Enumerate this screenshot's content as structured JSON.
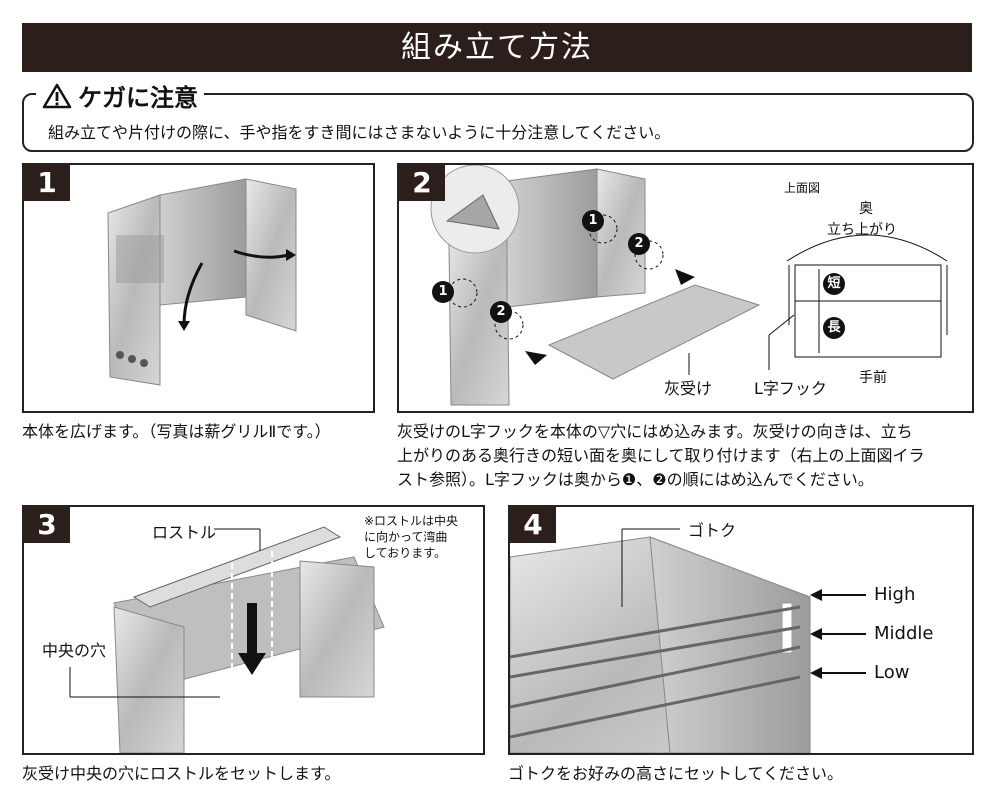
{
  "title": "組み立て方法",
  "warning": {
    "heading": "ケガに注意",
    "text": "組み立てや片付けの際に、手や指をすき間にはさまないように十分注意してください。"
  },
  "steps": [
    {
      "number": "1",
      "caption": "本体を広げます。（写真は薪グリルⅡです。）"
    },
    {
      "number": "2",
      "caption_lines": [
        "灰受けのL字フックを本体の▽穴にはめ込みます。灰受けの向きは、立ち",
        "上がりのある奥行きの短い面を奥にして取り付けます（右上の上面図イラ",
        "スト参照）。L字フックは奥から❶、❷の順にはめ込んでください。"
      ],
      "labels": {
        "ash_tray": "灰受け",
        "l_hook": "L字フック",
        "marker1": "1",
        "marker2": "2"
      },
      "diagram": {
        "title": "上面図",
        "back": "奥",
        "rise": "立ち上がり",
        "short": "短",
        "long": "長",
        "front": "手前"
      }
    },
    {
      "number": "3",
      "caption": "灰受け中央の穴にロストルをセットします。",
      "labels": {
        "rostle": "ロストル",
        "center_hole": "中央の穴",
        "note_lines": [
          "※ロストルは中央",
          "に向かって湾曲",
          "しております。"
        ]
      }
    },
    {
      "number": "4",
      "caption": "ゴトクをお好みの高さにセットしてください。",
      "labels": {
        "gotoku": "ゴトク",
        "high": "High",
        "middle": "Middle",
        "low": "Low"
      }
    }
  ]
}
